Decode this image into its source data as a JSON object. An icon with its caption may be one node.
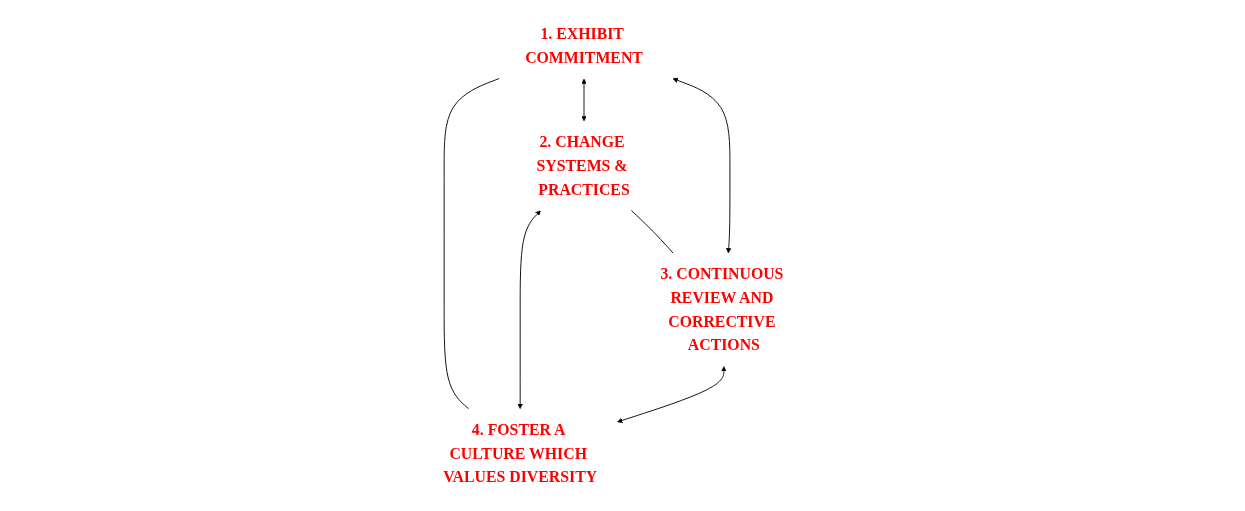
{
  "diagram": {
    "nodes": [
      {
        "text": [
          "1. EXHIBIT COMMITMENT"
        ]
      },
      {
        "text": [
          "2. CHANGE SYSTEMS & PRACTICES"
        ]
      },
      {
        "text": [
          "3. CONTINUOUS REVIEW AND CORRECTIVE ACTIONS"
        ]
      },
      {
        "text": [
          "4. FOSTER A CULTURE WHICH VALUES DIVERSITY"
        ]
      }
    ],
    "edges": [
      {
        "from": 0,
        "to": 1,
        "arrow": "both"
      },
      {
        "from": 0,
        "to": 3,
        "arrow": "none"
      },
      {
        "from": 1,
        "to": 2,
        "arrow": "none"
      },
      {
        "from": 0,
        "to": 2,
        "arrow": "both"
      },
      {
        "from": 1,
        "to": 3,
        "arrow": "both"
      },
      {
        "from": 2,
        "to": 3,
        "arrow": "both"
      }
    ]
  }
}
